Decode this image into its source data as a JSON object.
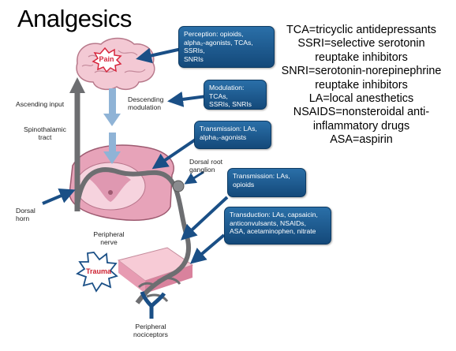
{
  "title": "Analgesics",
  "abbreviations": [
    "TCA=tricyclic antidepressants",
    "SSRI=selective serotonin",
    "reuptake inhibitors",
    "SNRI=serotonin-norepinephrine",
    "reuptake inhibitors",
    "LA=local anesthetics",
    "NSAIDS=nonsteroidal anti-",
    "inflammatory drugs",
    "ASA=aspirin"
  ],
  "boxes": {
    "perception": [
      "Perception: opioids,",
      "alpha₂-agonists, TCAs, SSRIs,",
      "SNRIs"
    ],
    "modulation": [
      "Modulation: TCAs,",
      "SSRIs, SNRIs"
    ],
    "transmission_spinal": [
      "Transmission: LAs,",
      "alpha₂-agonists"
    ],
    "transmission_peripheral": [
      "Transmission: LAs,",
      "opioids"
    ],
    "transduction": [
      "Transduction: LAs, capsaicin,",
      "anticonvulsants, NSAIDs,",
      "ASA, acetaminophen, nitrate"
    ]
  },
  "labels": {
    "pain": "Pain",
    "trauma": "Trauma",
    "ascending_input": "Ascending input",
    "descending_modulation": [
      "Descending",
      "modulation"
    ],
    "spinothalamic_tract": [
      "Spinothalamic",
      "tract"
    ],
    "dorsal_root_ganglion": [
      "Dorsal root",
      "ganglion"
    ],
    "dorsal_horn": [
      "Dorsal",
      "horn"
    ],
    "peripheral_nerve": [
      "Peripheral",
      "nerve"
    ],
    "peripheral_nociceptors": [
      "Peripheral",
      "nociceptors"
    ]
  },
  "colors": {
    "box_fill": "#1e5f99",
    "arrow_blue": "#1a4f86",
    "pathway_gray": "#6d6e71",
    "descending_light_blue": "#8fb3d6",
    "tissue_pink": "#e9a9bf",
    "brain_pink": "#f3c9d4",
    "pain_red": "#d7263d",
    "trauma_red": "#cc1f2f"
  }
}
